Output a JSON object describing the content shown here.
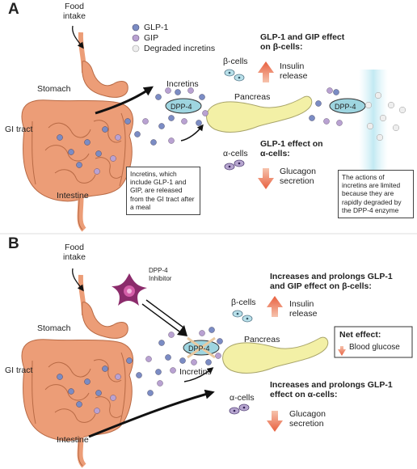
{
  "panel_a": {
    "letter": "A",
    "food_intake": [
      "Food",
      "intake"
    ],
    "legend": {
      "glp1": "GLP-1",
      "gip": "GIP",
      "degraded": "Degraded incretins"
    },
    "stomach": "Stomach",
    "gi_tract": "GI tract",
    "intestine": "Intestine",
    "incretins": "Incretins",
    "dpp4": "DPP-4",
    "dpp4_right": "DPP-4",
    "pancreas": "Pancreas",
    "beta_cells": "β-cells",
    "alpha_cells": "α-cells",
    "beta_effect_title": [
      "GLP-1 and GIP effect",
      "on β-cells:"
    ],
    "insulin": [
      "Insulin",
      "release"
    ],
    "alpha_effect_title": [
      "GLP-1 effect on",
      "α-cells:"
    ],
    "glucagon": [
      "Glucagon",
      "secretion"
    ],
    "box_release": "Incretins, which include GLP-1 and GIP, are released from the GI tract after a meal",
    "box_limited": "The actions of incretins are limited because they are rapidly degraded by the DPP-4 enzyme"
  },
  "panel_b": {
    "letter": "B",
    "food_intake": [
      "Food",
      "intake"
    ],
    "inhibitor": [
      "DPP-4",
      "Inhibitor"
    ],
    "stomach": "Stomach",
    "gi_tract": "GI tract",
    "intestine": "Intestine",
    "incretins": "Incretins",
    "dpp4": "DPP-4",
    "pancreas": "Pancreas",
    "beta_cells": "β-cells",
    "alpha_cells": "α-cells",
    "beta_effect_title": [
      "Increases and prolongs GLP-1",
      "and GIP effect on β-cells:"
    ],
    "insulin": [
      "Insulin",
      "release"
    ],
    "net_effect_title": "Net effect:",
    "net_effect": "Blood glucose",
    "alpha_effect_title": [
      "Increases and prolongs GLP-1",
      "effect on α-cells:"
    ],
    "glucagon": [
      "Glucagon",
      "secretion"
    ]
  },
  "colors": {
    "glp1": "#7b8cc4",
    "gip": "#b9a2d2",
    "degraded": "#eeeeee",
    "pancreas": "#f3f0a6",
    "intestine": "#ec9d77",
    "dpp4": "#9ed5e0",
    "up_arrow": "#e8785a",
    "down_arrow": "#e8785a",
    "inhibitor": "#8b2b6b"
  }
}
